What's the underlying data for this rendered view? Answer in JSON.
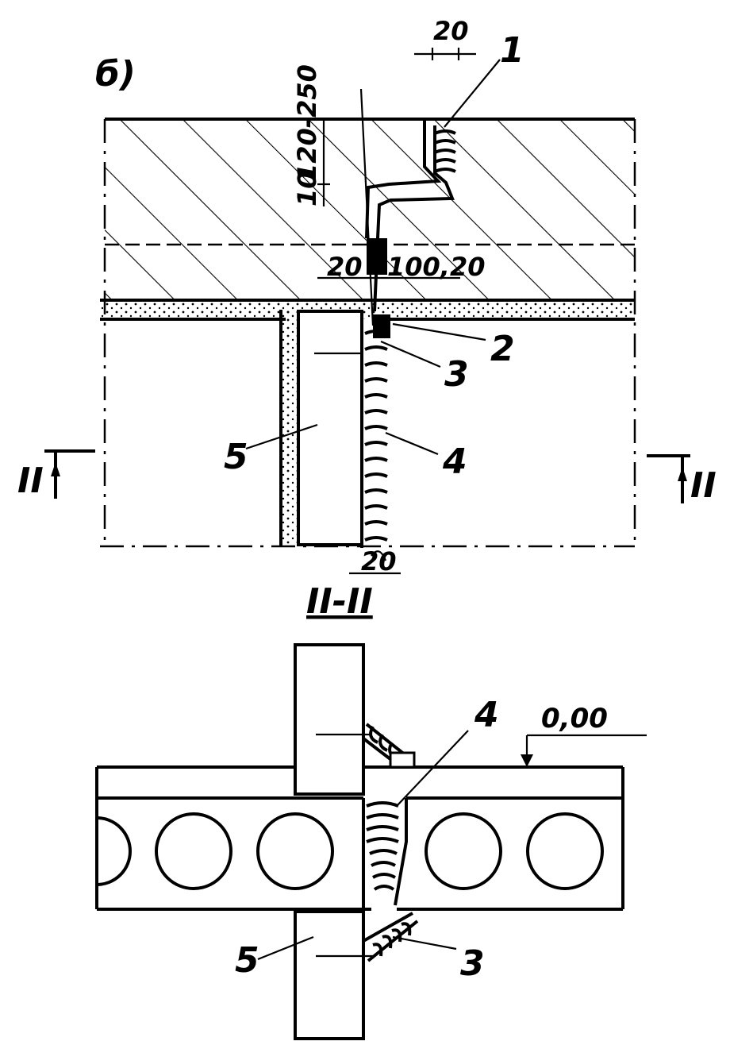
{
  "labels": {
    "view_mark": "б)",
    "dim_top_20": "20",
    "dim_120_250": "120-250",
    "dim_10": "10",
    "dim_20_left": "20",
    "dim_100_20": "100,20",
    "dim_bottom_20": "20",
    "part_1": "1",
    "part_2": "2",
    "part_3": "3",
    "part_4": "4",
    "part_5": "5",
    "section_left": "II",
    "section_right": "II",
    "section_title": "II-II",
    "part_4_lower": "4",
    "part_3_lower": "3",
    "part_5_lower": "5",
    "level_mark": "0,00"
  },
  "colors": {
    "ink": "#000000",
    "paper": "#ffffff"
  }
}
